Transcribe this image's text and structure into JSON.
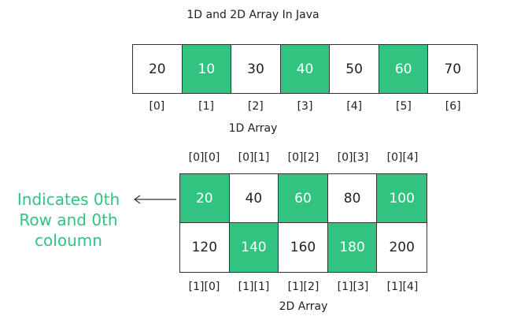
{
  "title": "1D and 2D Array In Java",
  "array_1d": {
    "values": [
      "20",
      "10",
      "30",
      "40",
      "50",
      "60",
      "70"
    ],
    "highlight": [
      false,
      true,
      false,
      true,
      false,
      true,
      false
    ],
    "indices": [
      "[0]",
      "[1]",
      "[2]",
      "[3]",
      "[4]",
      "[5]",
      "[6]"
    ],
    "label": "1D Array"
  },
  "array_2d": {
    "top_indices": [
      "[0][0]",
      "[0][1]",
      "[0][2]",
      "[0][3]",
      "[0][4]"
    ],
    "rows": [
      [
        "20",
        "40",
        "60",
        "80",
        "100"
      ],
      [
        "120",
        "140",
        "160",
        "180",
        "200"
      ]
    ],
    "highlight": [
      [
        true,
        false,
        true,
        false,
        true
      ],
      [
        false,
        true,
        false,
        true,
        false
      ]
    ],
    "bottom_indices": [
      "[1][0]",
      "[1][1]",
      "[1][2]",
      "[1][3]",
      "[1][4]"
    ],
    "label": "2D Array"
  },
  "annotation": {
    "lines": [
      "Indicates 0th",
      "Row and 0th",
      "coloumn"
    ]
  },
  "colors": {
    "highlight": "#30c480",
    "border": "#333333",
    "text": "#222222"
  }
}
